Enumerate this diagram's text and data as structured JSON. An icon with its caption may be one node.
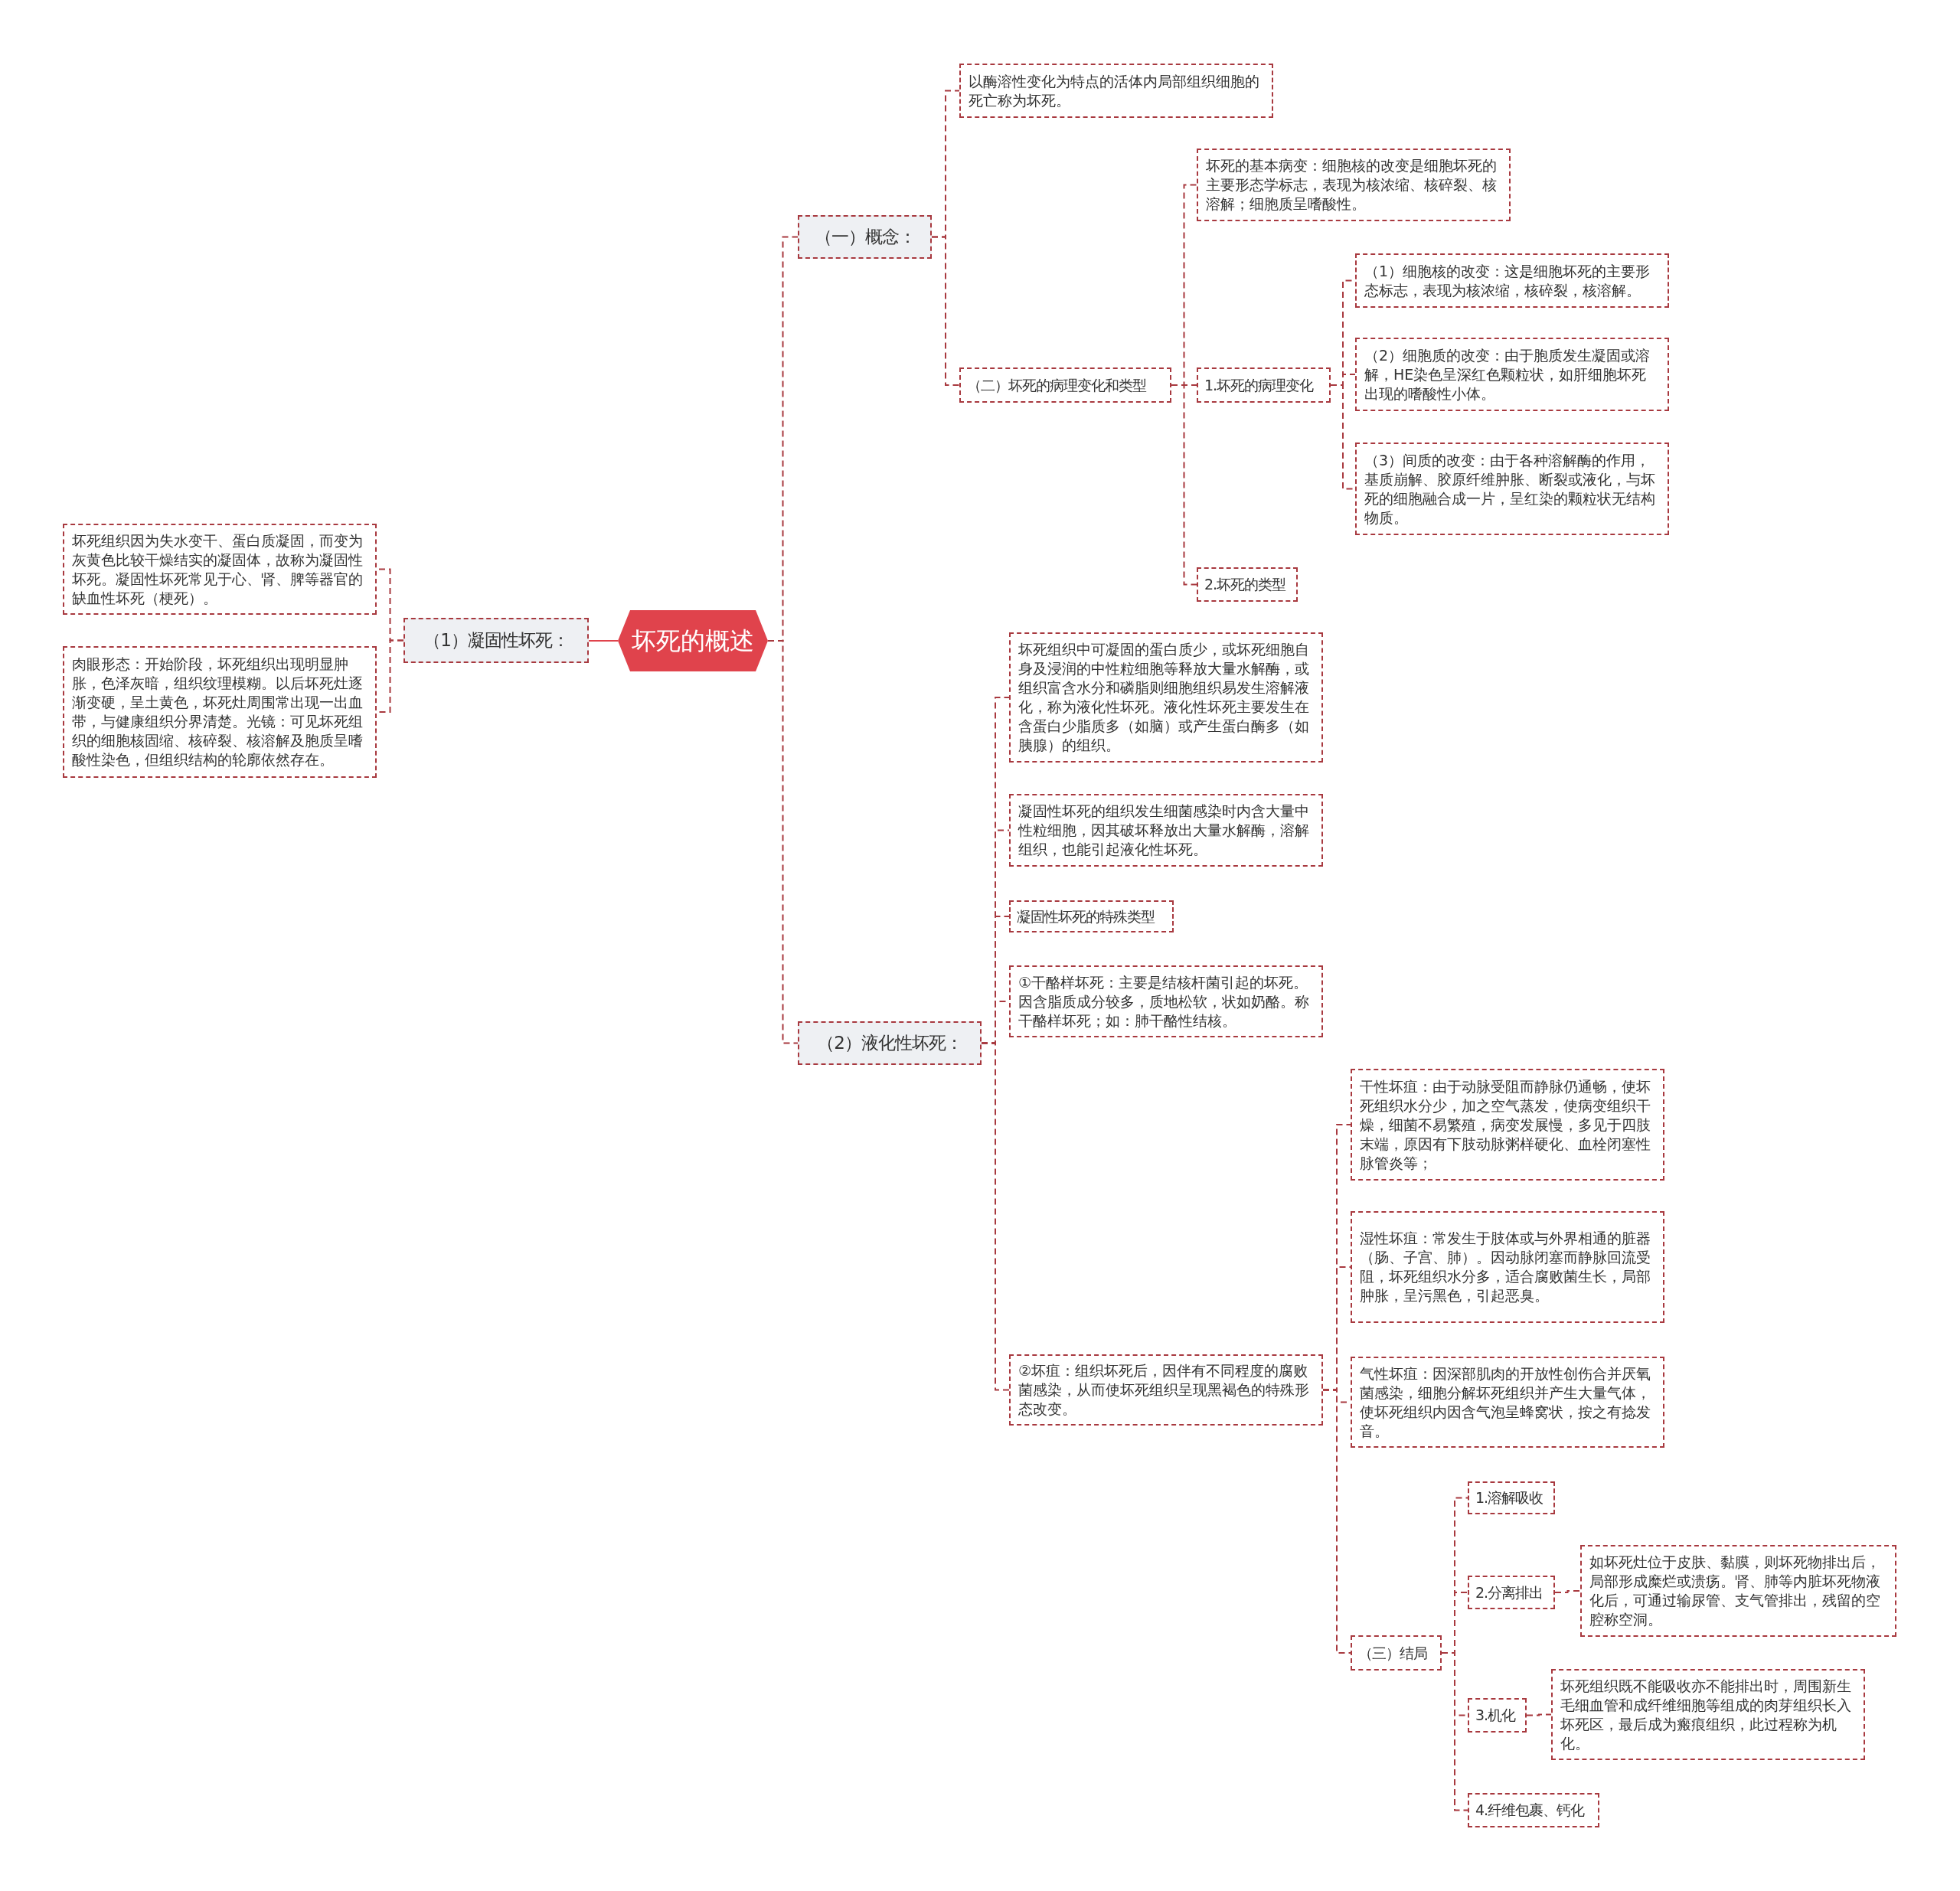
{
  "diagram": {
    "nodes": [
      {
        "text": [
          "坏死的概述"
        ]
      },
      {
        "text": [
          "（一）概念："
        ]
      },
      {
        "text": [
          "以酶溶性变化为特点的活体内局部组织细胞的死亡称为坏死。"
        ]
      },
      {
        "text": [
          "（二）坏死的病理变化和类型"
        ]
      },
      {
        "text": [
          "坏死的基本病变：细胞核的改变是细胞坏死的主要形态学标志，表现为核浓缩、核碎裂、核溶解；细胞质呈嗜酸性。"
        ]
      },
      {
        "text": [
          "1.坏死的病理变化"
        ]
      },
      {
        "text": [
          "（1）细胞核的改变：这是细胞坏死的主要形态标志，表现为核浓缩，核碎裂，核溶解。"
        ]
      },
      {
        "text": [
          "（2）细胞质的改变：由于胞质发生凝固或溶解，HE染色呈深红色颗粒状，如肝细胞坏死出现的嗜酸性小体。"
        ]
      },
      {
        "text": [
          "（3）间质的改变：由于各种溶解酶的作用，基质崩解、胶原纤维肿胀、断裂或液化，与坏死的细胞融合成一片，呈红染的颗粒状无结构物质。"
        ]
      },
      {
        "text": [
          "2.坏死的类型"
        ]
      },
      {
        "text": [
          "（1）凝固性坏死："
        ]
      },
      {
        "text": [
          "坏死组织因为失水变干、蛋白质凝固，而变为灰黄色比较干燥结实的凝固体，故称为凝固性坏死。凝固性坏死常见于心、肾、脾等器官的缺血性坏死（梗死）。"
        ]
      },
      {
        "text": [
          "肉眼形态：开始阶段，坏死组织出现明显肿胀，色泽灰暗，组织纹理模糊。以后坏死灶逐渐变硬，呈土黄色，坏死灶周围常出现一出血带，与健康组织分界清楚。光镜：可见坏死组织的细胞核固缩、核碎裂、核溶解及胞质呈嗜酸性染色，但组织结构的轮廓依然存在。"
        ]
      },
      {
        "text": [
          "（2）液化性坏死："
        ]
      },
      {
        "text": [
          "坏死组织中可凝固的蛋白质少，或坏死细胞自身及浸润的中性粒细胞等释放大量水解酶，或组织富含水分和磷脂则细胞组织易发生溶解液化，称为液化性坏死。液化性坏死主要发生在含蛋白少脂质多（如脑）或产生蛋白酶多（如胰腺）的组织。"
        ]
      },
      {
        "text": [
          "凝固性坏死的组织发生细菌感染时内含大量中性粒细胞，因其破坏释放出大量水解酶，溶解组织，也能引起液化性坏死。"
        ]
      },
      {
        "text": [
          "凝固性坏死的特殊类型"
        ]
      },
      {
        "text": [
          "①干酪样坏死：主要是结核杆菌引起的坏死。因含脂质成分较多，质地松软，状如奶酪。称干酪样坏死；如：肺干酪性结核。"
        ]
      },
      {
        "text": [
          "②坏疽：组织坏死后，因伴有不同程度的腐败菌感染，从而使坏死组织呈现黑褐色的特殊形态改变。"
        ]
      },
      {
        "text": [
          "干性坏疽：由于动脉受阻而静脉仍通畅，使坏死组织水分少，加之空气蒸发，使病变组织干燥，细菌不易繁殖，病变发展慢，多见于四肢末端，原因有下肢动脉粥样硬化、血栓闭塞性脉管炎等；"
        ]
      },
      {
        "text": [
          "湿性坏疽：常发生于肢体或与外界相通的脏器（肠、子宫、肺）。因动脉闭塞而静脉回流受阻，坏死组织水分多，适合腐败菌生长，局部肿胀，呈污黑色，引起恶臭。"
        ]
      },
      {
        "text": [
          "气性坏疽：因深部肌肉的开放性创伤合并厌氧菌感染，细胞分解坏死组织并产生大量气体，使坏死组织内因含气泡呈蜂窝状，按之有捻发音。"
        ]
      },
      {
        "text": [
          "（三）结局"
        ]
      },
      {
        "text": [
          "1.溶解吸收"
        ]
      },
      {
        "text": [
          "2.分离排出"
        ]
      },
      {
        "text": [
          "如坏死灶位于皮肤、黏膜，则坏死物排出后，局部形成糜烂或溃疡。肾、肺等内脏坏死物液化后，可通过输尿管、支气管排出，残留的空腔称空洞。"
        ]
      },
      {
        "text": [
          "3.机化"
        ]
      },
      {
        "text": [
          "坏死组织既不能吸收亦不能排出时，周围新生毛细血管和成纤维细胞等组成的肉芽组织长入坏死区，最后成为瘢痕组织，此过程称为机化。"
        ]
      },
      {
        "text": [
          "4.纤维包裹、钙化"
        ]
      }
    ],
    "edges": [
      {
        "from": 0,
        "to": 1,
        "arrow": "none",
        "style": "dashed"
      },
      {
        "from": 1,
        "to": 2,
        "arrow": "none",
        "style": "dashed"
      },
      {
        "from": 1,
        "to": 3,
        "arrow": "none",
        "style": "dashed"
      },
      {
        "from": 3,
        "to": 4,
        "arrow": "none",
        "style": "dashed"
      },
      {
        "from": 3,
        "to": 5,
        "arrow": "none",
        "style": "dashed"
      },
      {
        "from": 5,
        "to": 6,
        "arrow": "none",
        "style": "dashed"
      },
      {
        "from": 5,
        "to": 7,
        "arrow": "none",
        "style": "dashed"
      },
      {
        "from": 5,
        "to": 8,
        "arrow": "none",
        "style": "dashed"
      },
      {
        "from": 3,
        "to": 9,
        "arrow": "none",
        "style": "dashed"
      },
      {
        "from": 0,
        "to": 10,
        "arrow": "none",
        "color": "#e0434c"
      },
      {
        "from": 10,
        "to": 11,
        "arrow": "none",
        "style": "dashed"
      },
      {
        "from": 10,
        "to": 12,
        "arrow": "none",
        "style": "dashed"
      },
      {
        "from": 0,
        "to": 13,
        "arrow": "none",
        "style": "dashed"
      },
      {
        "from": 13,
        "to": 14,
        "arrow": "none",
        "style": "dashed"
      },
      {
        "from": 13,
        "to": 15,
        "arrow": "none",
        "style": "dashed"
      },
      {
        "from": 13,
        "to": 16,
        "arrow": "none",
        "style": "dashed"
      },
      {
        "from": 13,
        "to": 17,
        "arrow": "none",
        "style": "dashed"
      },
      {
        "from": 13,
        "to": 18,
        "arrow": "none",
        "style": "dashed"
      },
      {
        "from": 18,
        "to": 19,
        "arrow": "none",
        "style": "dashed"
      },
      {
        "from": 18,
        "to": 20,
        "arrow": "none",
        "style": "dashed"
      },
      {
        "from": 18,
        "to": 21,
        "arrow": "none",
        "style": "dashed"
      },
      {
        "from": 18,
        "to": 22,
        "arrow": "none",
        "style": "dashed"
      },
      {
        "from": 22,
        "to": 23,
        "arrow": "none",
        "style": "dashed"
      },
      {
        "from": 22,
        "to": 24,
        "arrow": "none",
        "style": "dashed"
      },
      {
        "from": 24,
        "to": 25,
        "arrow": "none",
        "style": "dashed"
      },
      {
        "from": 22,
        "to": 26,
        "arrow": "none",
        "style": "dashed"
      },
      {
        "from": 26,
        "to": 27,
        "arrow": "none",
        "style": "dashed"
      },
      {
        "from": 22,
        "to": 28,
        "arrow": "none",
        "style": "dashed"
      }
    ]
  }
}
